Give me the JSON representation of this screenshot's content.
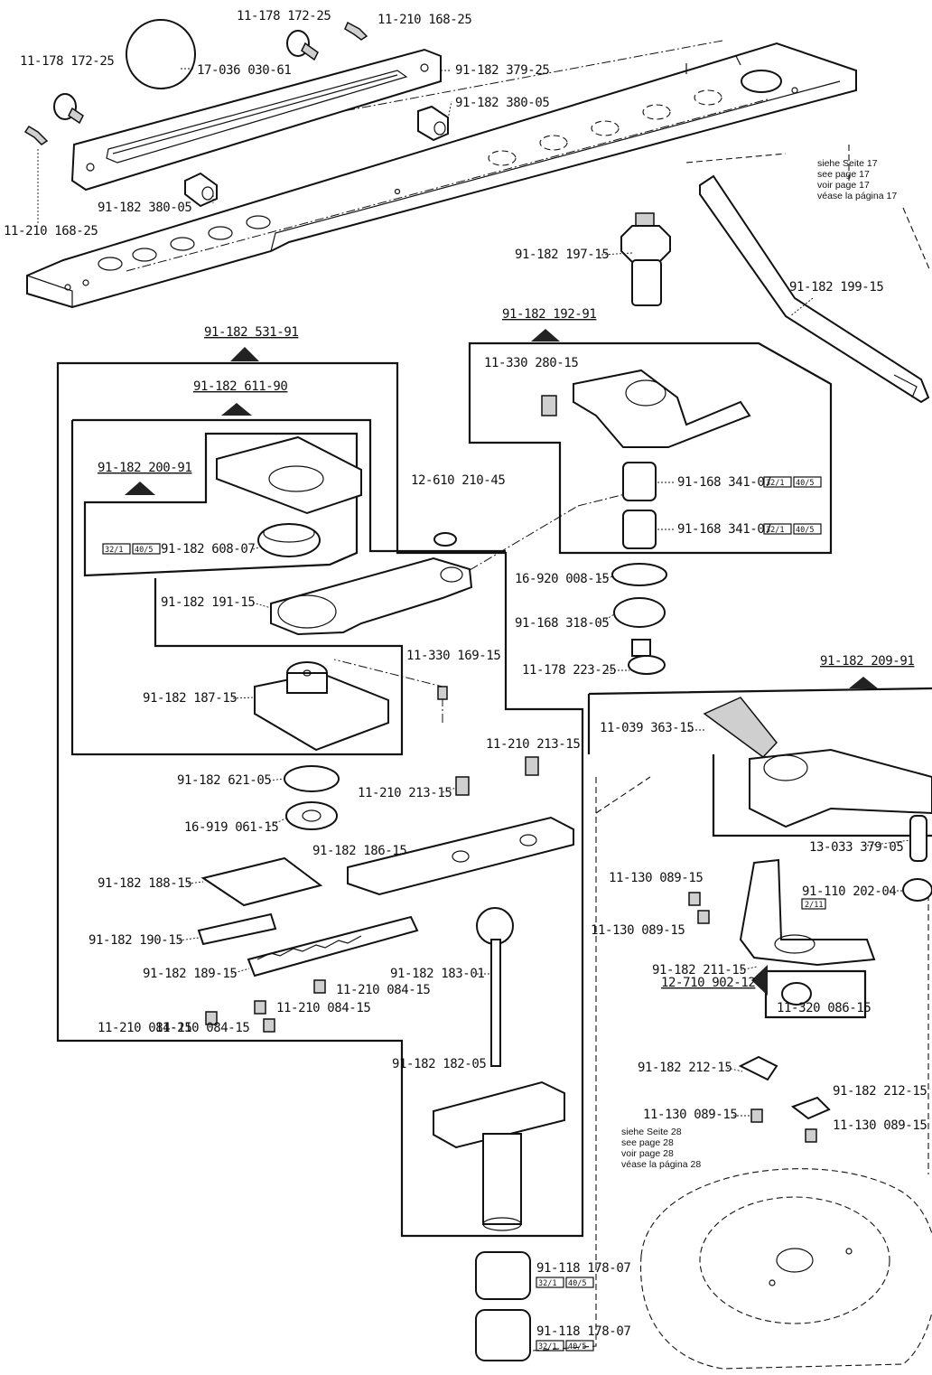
{
  "labels": {
    "p1": "11-178 172-25",
    "p2": "11-210 168-25",
    "p3": "11-178 172-25",
    "p4": "17-036 030-61",
    "p5": "91-182 379-25",
    "p6": "91-182 380-05",
    "p7": "91-182 380-05",
    "p8": "11-210 168-25",
    "p9": "91-182 197-15",
    "p10": "91-182 199-15",
    "p11": "11-330 280-15",
    "p12": "91-168 341-07",
    "p13": "91-168 341-07",
    "p14": "16-920 008-15",
    "p15": "91-168 318-05",
    "p16": "11-178 223-25",
    "p17": "12-610 210-45",
    "p18": "91-182 608-07",
    "p19": "91-182 191-15",
    "p20": "11-330 169-15",
    "p21": "91-182 187-15",
    "p22": "11-210 213-15",
    "p23": "11-210 213-15",
    "p24": "91-182 621-05",
    "p25": "16-919 061-15",
    "p26": "91-182 186-15",
    "p27": "91-182 188-15",
    "p28": "91-182 190-15",
    "p29": "91-182 189-15",
    "p30": "91-182 183-01",
    "p31": "11-210 084-15",
    "p32": "11-210 084-15",
    "p33": "11-210 084-15",
    "p34": "11-210 084-15",
    "p35": "91-182 182-05",
    "p36": "91-118 178-07",
    "p37": "91-118 178-07",
    "p38": "11-039 363-15",
    "p39": "13-033 379-05",
    "p40": "91-110 202-04",
    "p41": "11-130 089-15",
    "p42": "11-130 089-15",
    "p43": "91-182 211-15",
    "p44": "11-320 086-15",
    "p45": "91-182 212-15",
    "p46": "91-182 212-15",
    "p47": "11-130 089-15",
    "p48": "11-130 089-15"
  },
  "assemblies": {
    "a1": "91-182 531-91",
    "a2": "91-182 611-90",
    "a3": "91-182 200-91",
    "a4": "91-182 192-91",
    "a5": "91-182 209-91",
    "a6": "12-710 902-12"
  },
  "tags": {
    "t32": "32/1",
    "t40": "40/5",
    "t211": "2/11"
  },
  "refs": {
    "page17": [
      "siehe Seite 17",
      "see page 17",
      "voir page 17",
      "véase la página 17"
    ],
    "page28": [
      "siehe Seite 28",
      "see page 28",
      "voir page 28",
      "véase la página 28"
    ]
  }
}
